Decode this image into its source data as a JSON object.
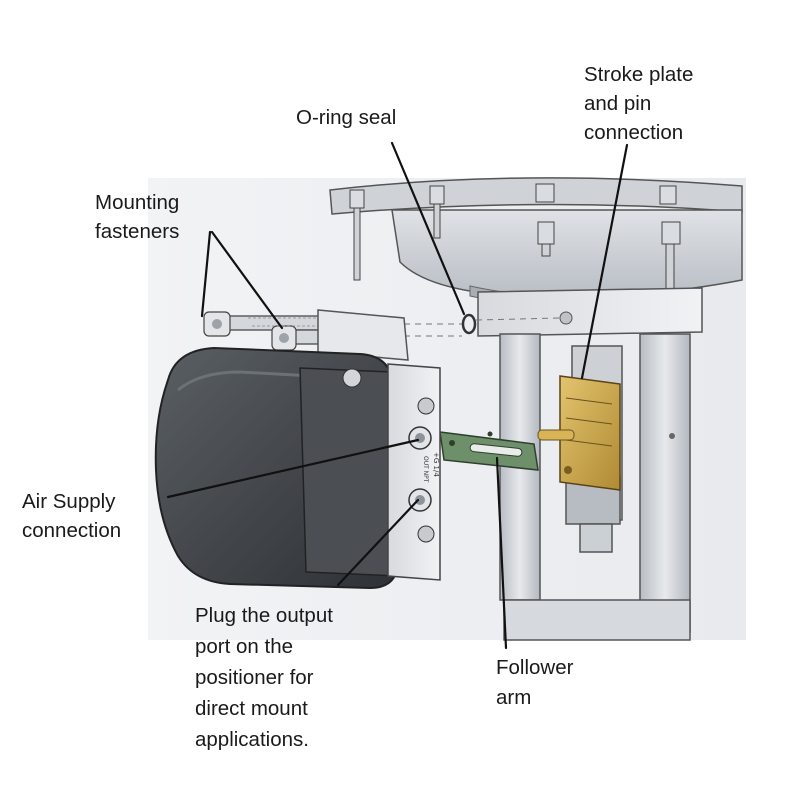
{
  "labels": {
    "mounting_fasteners": [
      "Mounting",
      "fasteners"
    ],
    "oring_seal": [
      "O-ring seal"
    ],
    "stroke_plate": [
      "Stroke plate",
      "and pin",
      "connection"
    ],
    "air_supply": [
      "Air Supply",
      "connection"
    ],
    "plug_output": [
      "Plug the output",
      "port on the",
      "positioner for",
      "direct mount",
      "applications."
    ],
    "follower_arm": [
      "Follower",
      "arm"
    ]
  },
  "port_markings": {
    "upper": "+G 1/4",
    "lower": "OUT NPT"
  },
  "colors": {
    "line": "#111111",
    "metal_light": "#e6e8ec",
    "metal_mid": "#c4c8ce",
    "metal_dark": "#8d9299",
    "positioner_body": "#3e4246",
    "stroke_plate": "#c9a64a",
    "follower_arm": "#6d8f6a"
  }
}
